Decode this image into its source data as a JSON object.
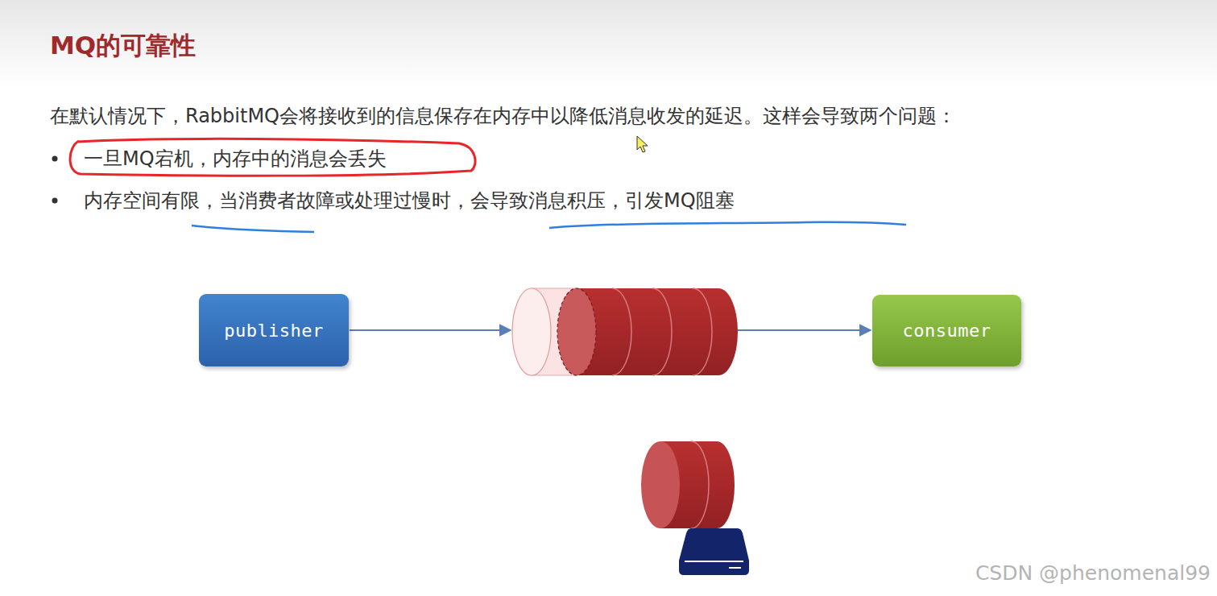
{
  "diagram": {
    "title": "MQ的可靠性",
    "nodes": [
      {
        "text": [
          "publisher"
        ]
      },
      {
        "text": [
          "consumer"
        ]
      }
    ],
    "labels": [
      "在默认情况下，RabbitMQ会将接收到的信息保存在内存中以降低消息收发的延迟。这样会导致两个问题：",
      "一旦MQ宕机，内存中的消息会丢失",
      "内存空间有限，当消费者故障或处理过慢时，会导致消息积压，引发MQ阻塞",
      "CSDN @phenomenal99"
    ]
  }
}
